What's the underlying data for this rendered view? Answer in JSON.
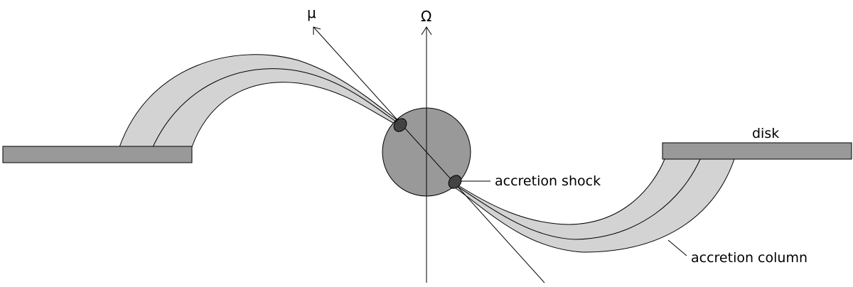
{
  "labels": {
    "mu": "μ",
    "omega": "Ω",
    "disk": "disk",
    "accretion_shock": "accretion shock",
    "accretion_column": "accretion column"
  },
  "colors": {
    "disk_fill": "#999999",
    "star_fill": "#999999",
    "column_fill": "#d3d3d3",
    "shock_fill": "#555555",
    "stroke": "#000000"
  }
}
